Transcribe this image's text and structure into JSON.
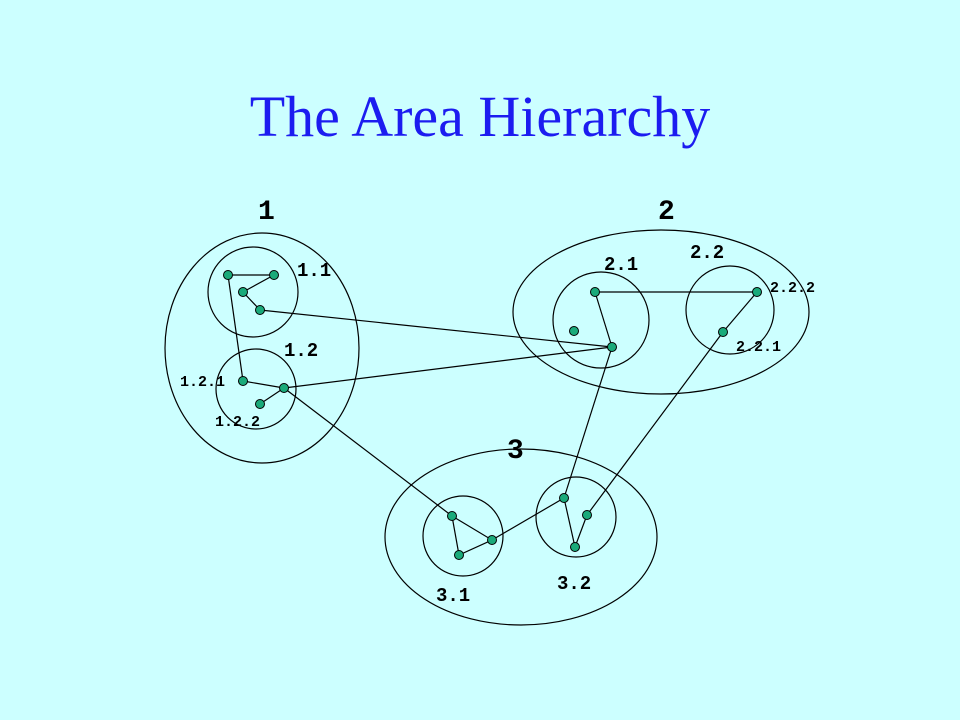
{
  "title": "The Area Hierarchy",
  "colors": {
    "background": "#ccffff",
    "title": "#1c1cf0",
    "node": "#1aaa7a"
  },
  "areas": {
    "a1": "1",
    "a2": "2",
    "a3": "3"
  },
  "subareas": {
    "s1_1": "1.1",
    "s1_2": "1.2",
    "s1_2_1": "1.2.1",
    "s1_2_2": "1.2.2",
    "s2_1": "2.1",
    "s2_2": "2.2",
    "s2_2_1": "2.2.1",
    "s2_2_2": "2.2.2",
    "s3_1": "3.1",
    "s3_2": "3.2"
  }
}
